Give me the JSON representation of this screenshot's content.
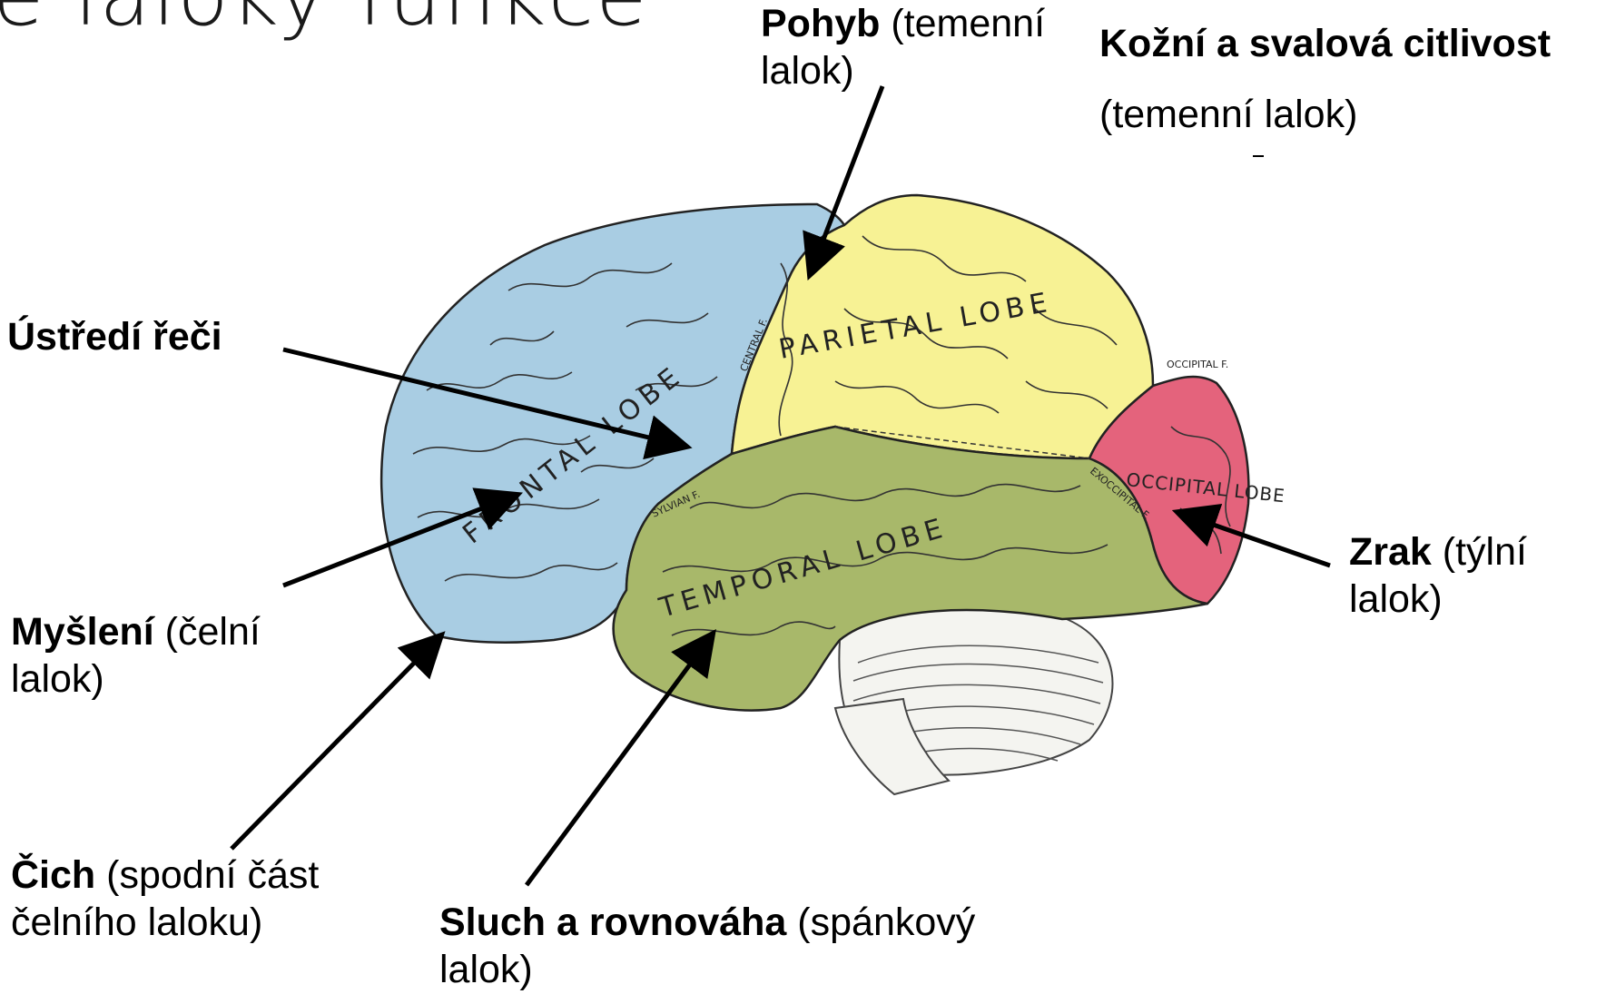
{
  "slide": {
    "title": "é laloky funkce"
  },
  "labels": {
    "pohyb": {
      "bold": "Pohyb",
      "rest": " (temenní",
      "line2": "lalok)"
    },
    "kozni": {
      "bold": "Kožní a svalová citlivost",
      "line2": "(temenní lalok)"
    },
    "ustredi": {
      "bold": "Ústředí řeči"
    },
    "mysleni": {
      "bold": "Myšlení",
      "rest": " (čelní",
      "line2": "lalok)"
    },
    "cich": {
      "bold": "Čich",
      "rest": " (spodní část",
      "line2": "čelního laloku)"
    },
    "sluch": {
      "bold": "Sluch a rovnováha",
      "rest": " (spánkový",
      "line2": "lalok)"
    },
    "zrak": {
      "bold": "Zrak",
      "rest": " (týlní",
      "line2": "lalok)"
    }
  },
  "diagram": {
    "frontal_lobe": "FRONTAL LOBE",
    "parietal_lobe": "PARIETAL LOBE",
    "temporal_lobe": "TEMPORAL LOBE",
    "occipital_lobe": "OCCIPITAL LOBE",
    "central_fissure": "CENTRAL F.",
    "sylvian_fissure": "SYLVIAN F.",
    "occipital_fissure": "OCCIPITAL F.",
    "exoccipital_fissure": "EXOCCIPITAL F.",
    "colors": {
      "frontal": "#a9cde3",
      "parietal": "#f7f294",
      "temporal": "#a8b86a",
      "occipital": "#e4637c",
      "cerebellum": "#f4f4f0"
    }
  }
}
